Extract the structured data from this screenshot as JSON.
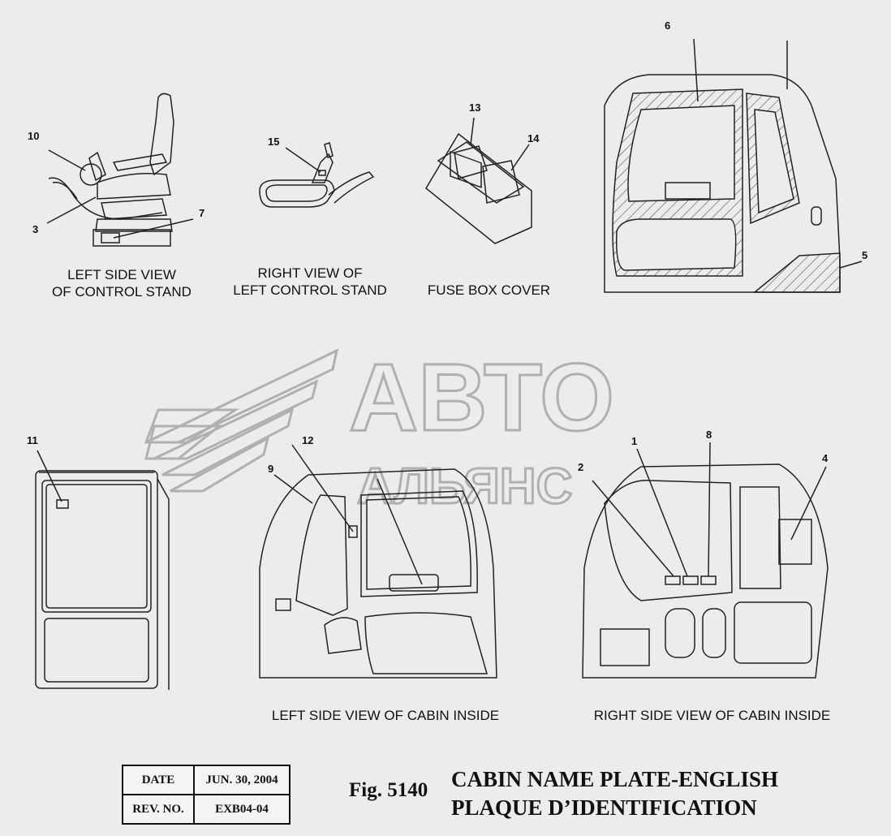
{
  "captions": {
    "left_side_view": [
      "LEFT SIDE VIEW",
      "OF CONTROL STAND"
    ],
    "right_view": [
      "RIGHT VIEW OF",
      "LEFT CONTROL STAND"
    ],
    "fuse_box": "FUSE BOX COVER",
    "left_cabin": "LEFT SIDE VIEW OF CABIN INSIDE",
    "right_cabin": "RIGHT  SIDE VIEW OF CABIN INSIDE"
  },
  "callouts": [
    "10",
    "3",
    "7",
    "15",
    "13",
    "14",
    "6",
    "5",
    "11",
    "12",
    "9",
    "1",
    "8",
    "2",
    "4"
  ],
  "watermark": {
    "line1": "АВТО",
    "line2": "АЛЬЯНС"
  },
  "title_block": {
    "date_label": "DATE",
    "date_value": "JUN. 30, 2004",
    "rev_label": "REV. NO.",
    "rev_value": "EXB04-04"
  },
  "figure": {
    "number": "Fig. 5140",
    "title_line1": "CABIN NAME PLATE-ENGLISH",
    "title_line2": "PLAQUE D’IDENTIFICATION"
  }
}
